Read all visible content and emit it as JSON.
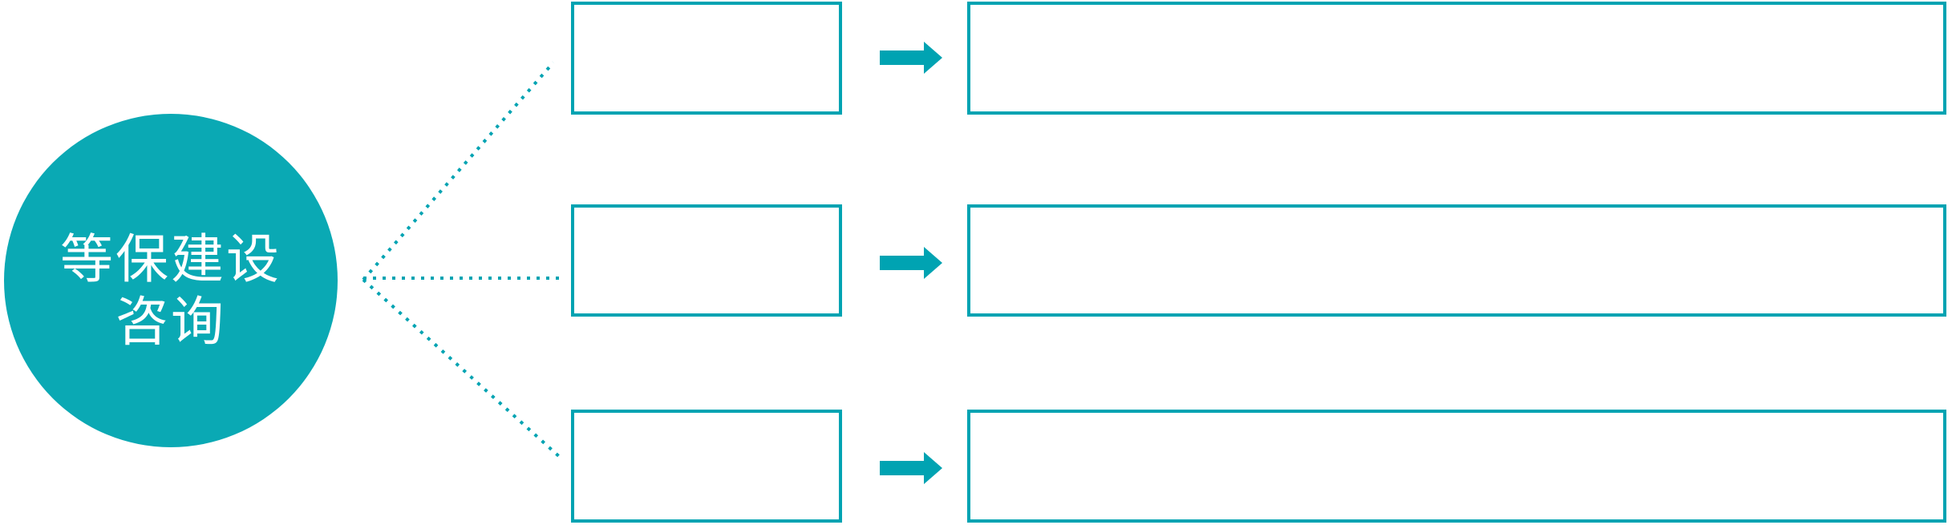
{
  "colors": {
    "accent": "#00a3b2",
    "circle_fill": "#0aa9b4",
    "text_on_circle": "#ffffff",
    "box_background": "#ffffff"
  },
  "hub": {
    "label": "等保建设咨询",
    "label_line1": "等保建设",
    "label_line2": "咨询"
  },
  "icons": {
    "connector_style": "dotted-line",
    "arrow_style": "right-block-arrow"
  },
  "rows": [
    {
      "id": "top",
      "small_box_label": "",
      "large_box_label": ""
    },
    {
      "id": "middle",
      "small_box_label": "",
      "large_box_label": ""
    },
    {
      "id": "bottom",
      "small_box_label": "",
      "large_box_label": ""
    }
  ]
}
